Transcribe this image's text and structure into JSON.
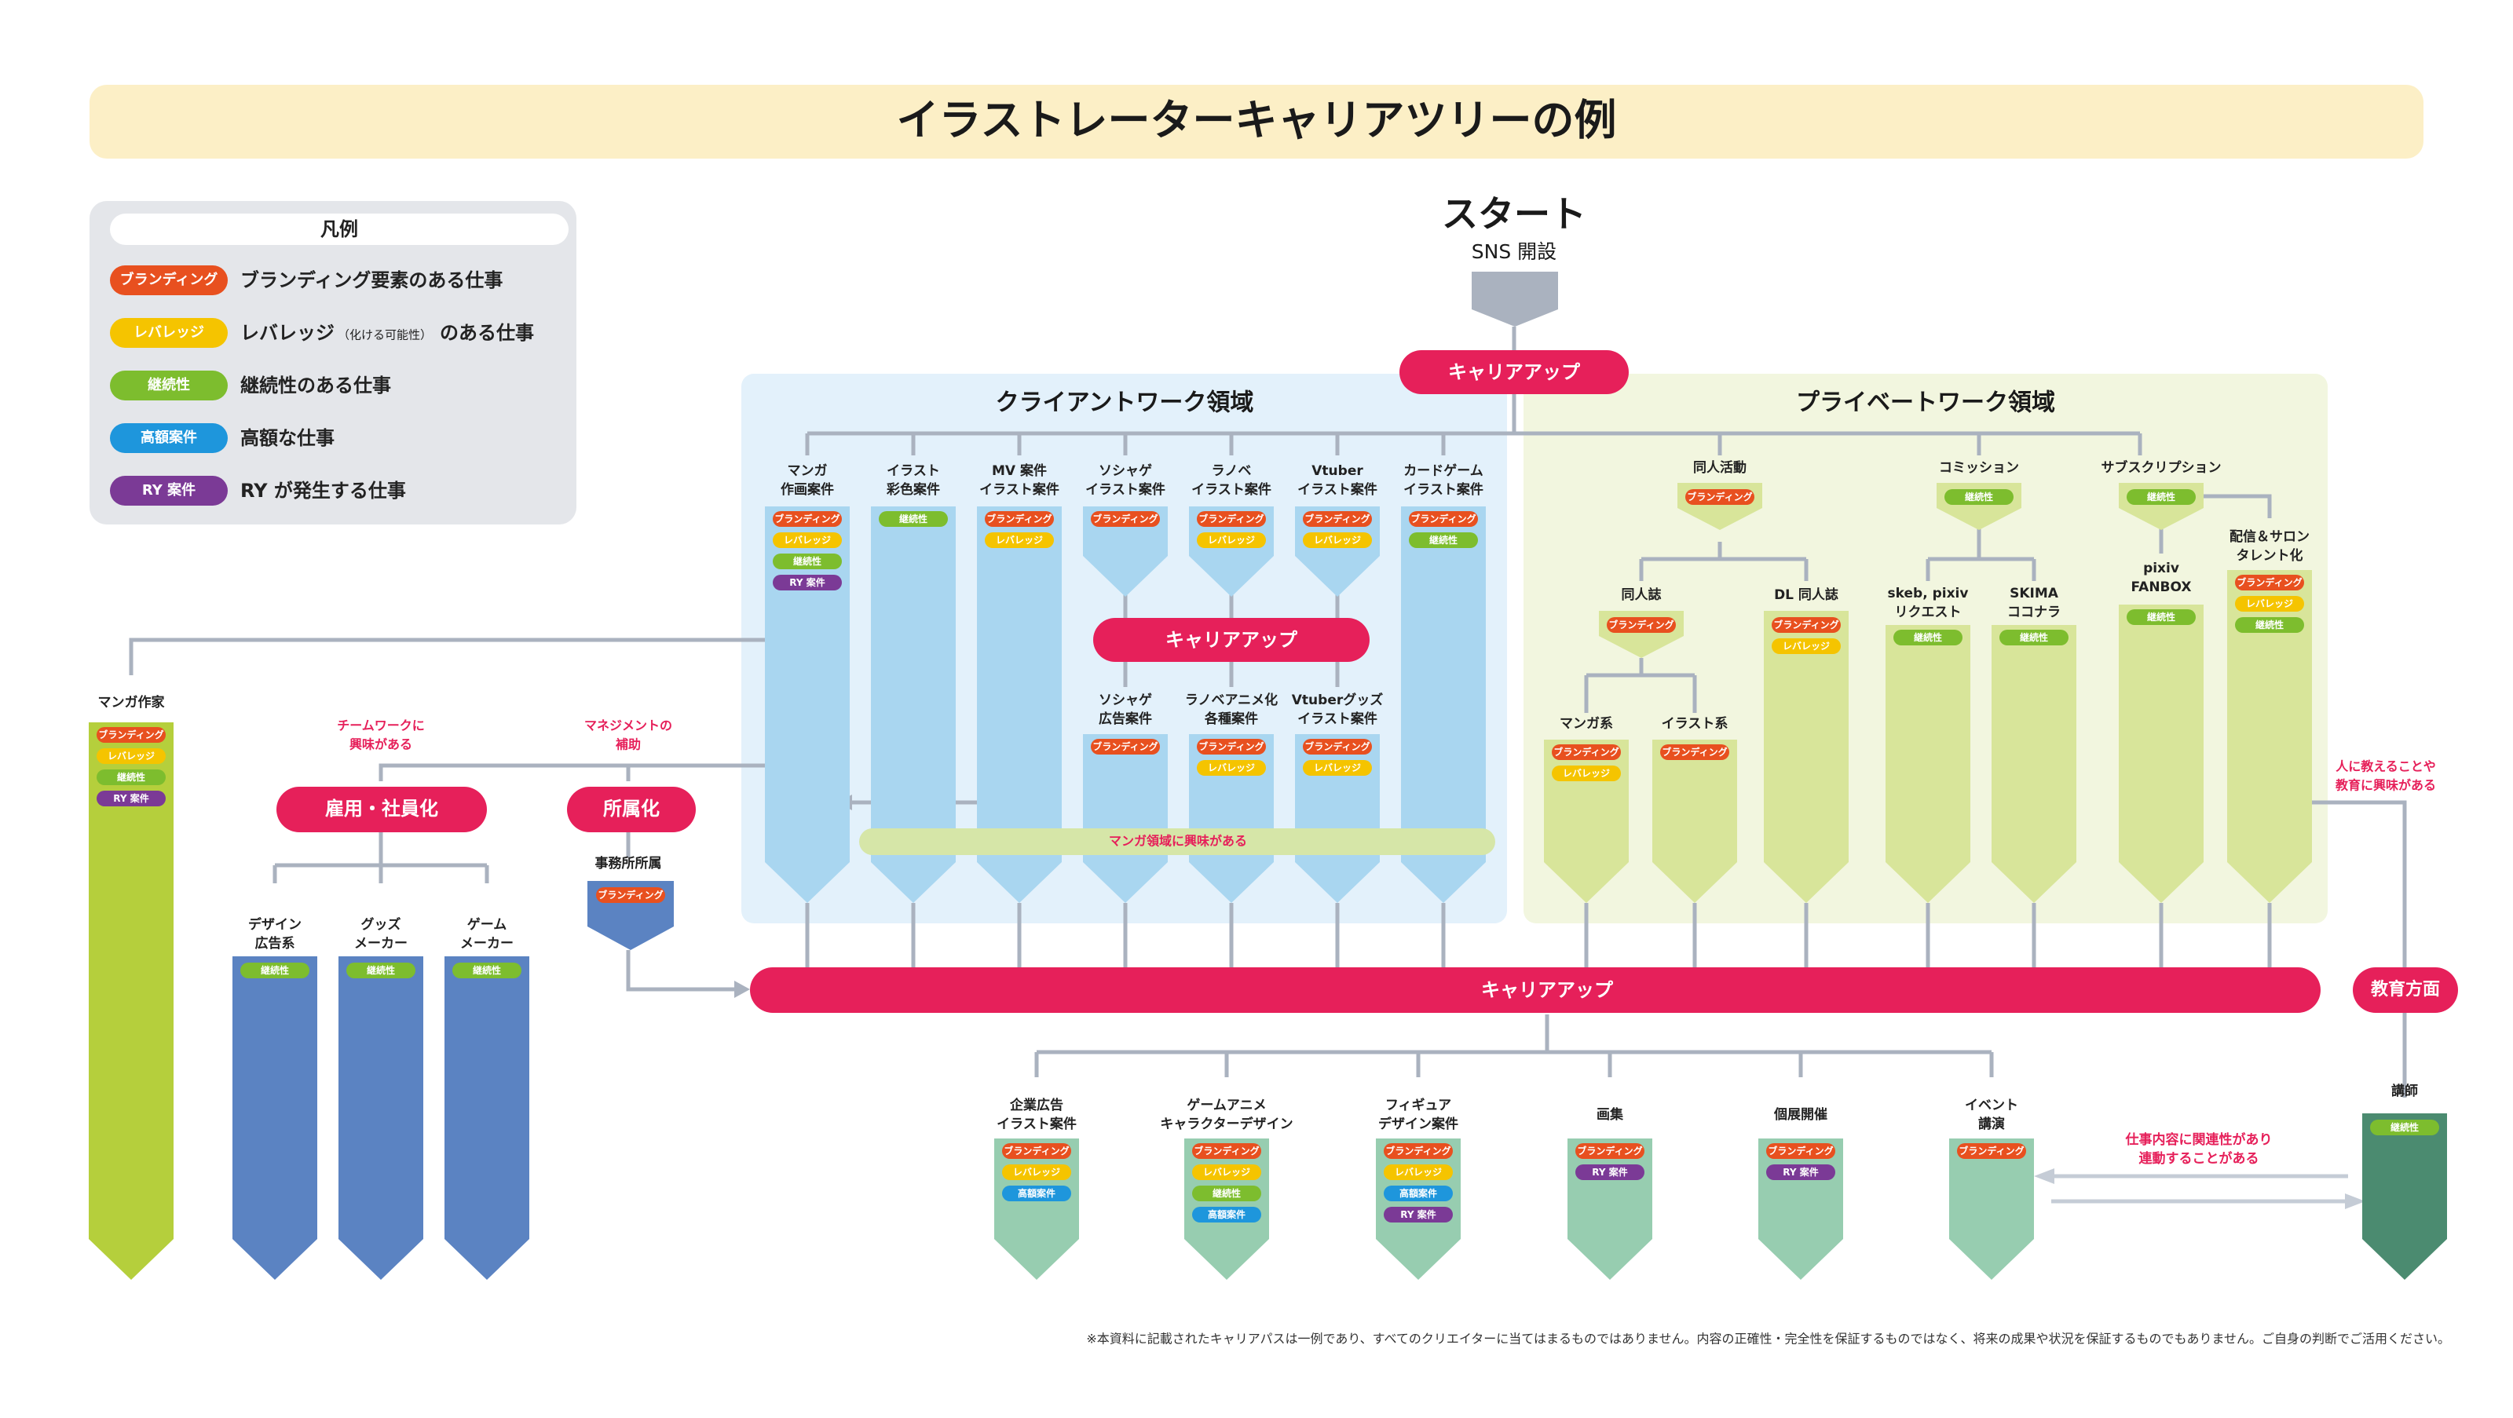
{
  "title": "イラストレーターキャリアツリーの例",
  "legend": {
    "heading": "凡例",
    "items": [
      {
        "key": "brand",
        "tag": "ブランディング",
        "desc": "ブランディング要素のある仕事"
      },
      {
        "key": "lever",
        "tag": "レバレッジ",
        "desc_a": "レバレッジ",
        "desc_note": "（化ける可能性）",
        "desc_b": "のある仕事"
      },
      {
        "key": "cont",
        "tag": "継続性",
        "desc": "継続性のある仕事"
      },
      {
        "key": "high",
        "tag": "高額案件",
        "desc": "高額な仕事"
      },
      {
        "key": "ry",
        "tag": "RY 案件",
        "desc": "RY が発生する仕事"
      }
    ]
  },
  "colors": {
    "brand": "#e8501f",
    "lever": "#f5c400",
    "cont": "#7dbd2e",
    "high": "#1e96dc",
    "ry": "#7b3a96",
    "pink": "#e6205a",
    "light_blue": "#a9d6f0",
    "light_green": "#d8e59a",
    "dark_green": "#b5cf3c",
    "blue": "#5b83c2",
    "mint": "#97cdb0",
    "teal": "#4b8b70",
    "gray": "#aab2bf",
    "title_bg": "#fcefc6"
  },
  "start": {
    "title": "スタート",
    "sub": "SNS 開設"
  },
  "bars": {
    "top": "キャリアアップ",
    "middle": "キャリアアップ",
    "bottom": "キャリアアップ"
  },
  "regions": {
    "client": "クライアントワーク領域",
    "private": "プライベートワーク領域"
  },
  "client_cols": [
    {
      "id": "manga",
      "label": [
        "マンガ",
        "作画案件"
      ],
      "tags": [
        "brand",
        "lever",
        "cont",
        "ry"
      ]
    },
    {
      "id": "illust-color",
      "label": [
        "イラスト",
        "彩色案件"
      ],
      "tags": [
        "cont"
      ]
    },
    {
      "id": "mv",
      "label": [
        "MV 案件",
        "イラスト案件"
      ],
      "tags": [
        "brand",
        "lever"
      ]
    },
    {
      "id": "soshage",
      "label": [
        "ソシャゲ",
        "イラスト案件"
      ],
      "tags": [
        "brand"
      ]
    },
    {
      "id": "ranobe",
      "label": [
        "ラノベ",
        "イラスト案件"
      ],
      "tags": [
        "brand",
        "lever"
      ]
    },
    {
      "id": "vtuber",
      "label": [
        "Vtuber",
        "イラスト案件"
      ],
      "tags": [
        "brand",
        "lever"
      ]
    },
    {
      "id": "cardgame",
      "label": [
        "カードゲーム",
        "イラスト案件"
      ],
      "tags": [
        "brand",
        "cont"
      ]
    }
  ],
  "client_sub": [
    {
      "id": "soshage-ad",
      "label": [
        "ソシャゲ",
        "広告案件"
      ],
      "tags": [
        "brand"
      ]
    },
    {
      "id": "ranobe-anime",
      "label": [
        "ラノベアニメ化",
        "各種案件"
      ],
      "tags": [
        "brand",
        "lever"
      ]
    },
    {
      "id": "vtuber-goods",
      "label": [
        "Vtuberグッズ",
        "イラスト案件"
      ],
      "tags": [
        "brand",
        "lever"
      ]
    }
  ],
  "manga_interest": "マンガ領域に興味がある",
  "private_groups": {
    "doujin": {
      "label": "同人活動",
      "tags": [
        "brand"
      ]
    },
    "commission": {
      "label": "コミッション",
      "tags": [
        "cont"
      ]
    },
    "subscription": {
      "label": "サブスクリプション",
      "tags": [
        "cont"
      ]
    },
    "doujinshi": {
      "label": "同人誌",
      "tags": [
        "brand"
      ]
    },
    "dl": {
      "label": "DL 同人誌",
      "tags": [
        "brand",
        "lever"
      ]
    },
    "manga-kei": {
      "label": "マンガ系",
      "tags": [
        "brand",
        "lever"
      ]
    },
    "illust-kei": {
      "label": "イラスト系",
      "tags": [
        "brand"
      ]
    },
    "skeb": {
      "label": [
        "skeb, pixiv",
        "リクエスト"
      ],
      "tags": [
        "cont"
      ]
    },
    "skima": {
      "label": [
        "SKIMA",
        "ココナラ"
      ],
      "tags": [
        "cont"
      ]
    },
    "fanbox": {
      "label": [
        "pixiv",
        "FANBOX"
      ],
      "tags": [
        "cont"
      ]
    },
    "salon": {
      "label": [
        "配信＆サロン",
        "タレント化"
      ],
      "tags": [
        "brand",
        "lever",
        "cont"
      ]
    }
  },
  "left": {
    "manga_artist": {
      "label": "マンガ作家",
      "tags": [
        "brand",
        "lever",
        "cont",
        "ry"
      ]
    },
    "teamwork_note": [
      "チームワークに",
      "興味がある"
    ],
    "management_note": [
      "マネジメントの",
      "補助"
    ],
    "employment": "雇用・社員化",
    "agency": "所属化",
    "agency_sub": {
      "label": "事務所所属",
      "tags": [
        "brand"
      ]
    },
    "emp_cols": [
      {
        "label": [
          "デザイン",
          "広告系"
        ],
        "tags": [
          "cont"
        ]
      },
      {
        "label": [
          "グッズ",
          "メーカー"
        ],
        "tags": [
          "cont"
        ]
      },
      {
        "label": [
          "ゲーム",
          "メーカー"
        ],
        "tags": [
          "cont"
        ]
      }
    ]
  },
  "right": {
    "teach_note": [
      "人に教えることや",
      "教育に興味がある"
    ],
    "education": "教育方面",
    "teacher": {
      "label": "講師",
      "tags": [
        "cont"
      ]
    },
    "related_note": [
      "仕事内容に関連性があり",
      "連動することがある"
    ]
  },
  "bottom_cols": [
    {
      "label": [
        "企業広告",
        "イラスト案件"
      ],
      "tags": [
        "brand",
        "lever",
        "high"
      ]
    },
    {
      "label": [
        "ゲームアニメ",
        "キャラクターデザイン"
      ],
      "tags": [
        "brand",
        "lever",
        "cont",
        "high"
      ]
    },
    {
      "label": [
        "フィギュア",
        "デザイン案件"
      ],
      "tags": [
        "brand",
        "lever",
        "high",
        "ry"
      ]
    },
    {
      "label": [
        "画集"
      ],
      "tags": [
        "brand",
        "ry"
      ]
    },
    {
      "label": [
        "個展開催"
      ],
      "tags": [
        "brand",
        "ry"
      ]
    },
    {
      "label": [
        "イベント",
        "講演"
      ],
      "tags": [
        "brand"
      ]
    }
  ],
  "disclaimer": "※本資料に記載されたキャリアパスは一例であり、すべてのクリエイターに当てはまるものではありません。内容の正確性・完全性を保証するものではなく、将来の成果や状況を保証するものでもありません。ご自身の判断でご活用ください。"
}
